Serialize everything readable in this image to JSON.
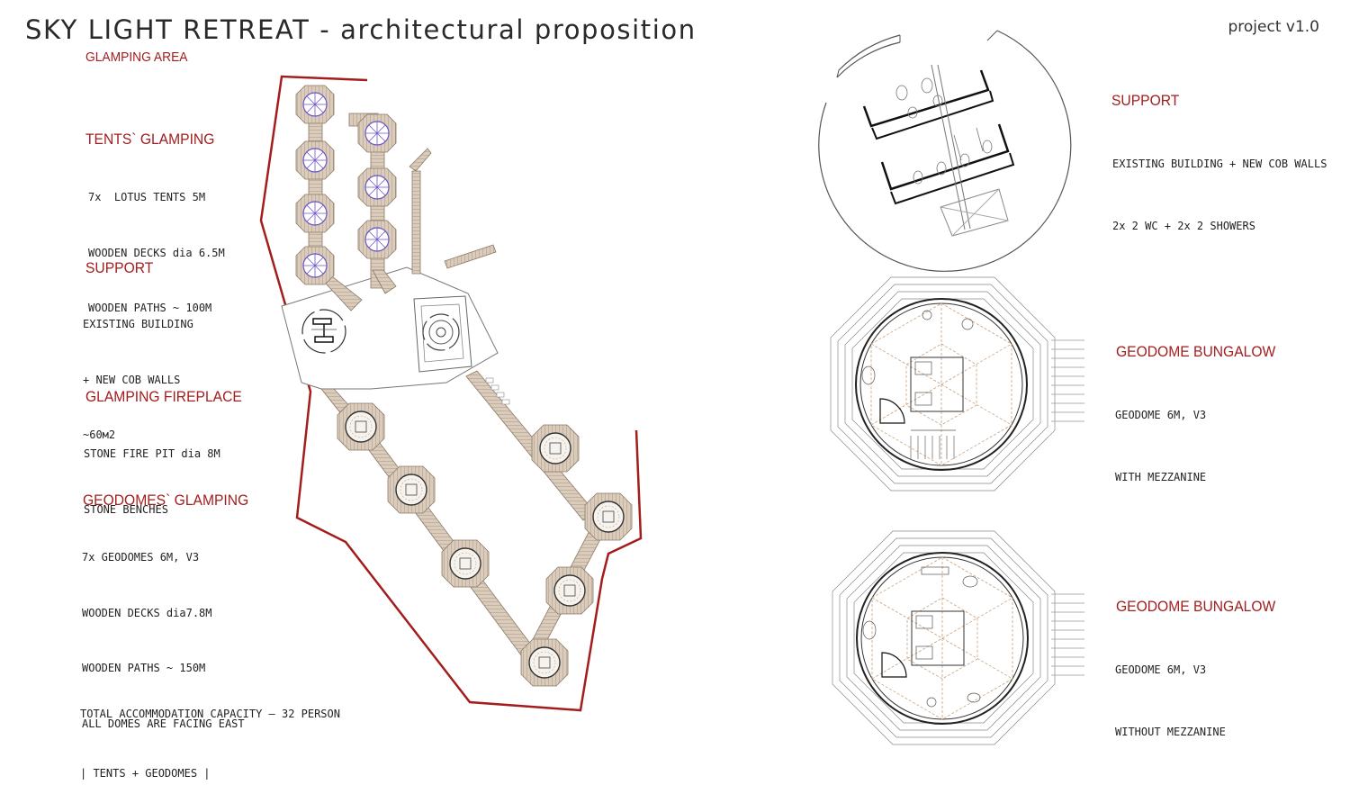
{
  "title": "SKY LIGHT RETREAT - architectural proposition",
  "version": "project v1.0",
  "colors": {
    "accent": "#a31d1d",
    "deck": "#c9b8a6",
    "tent": "#6a55c4",
    "line": "#777777"
  },
  "left": {
    "area_label": "GLAMPING AREA",
    "tents": {
      "heading": "TENTS` GLAMPING",
      "lines": [
        "7x  LOTUS TENTS 5M",
        "WOODEN DECKS dia 6.5M",
        "WOODEN PATHS ~ 100M"
      ]
    },
    "support": {
      "heading": "SUPPORT",
      "lines": [
        "EXISTING BUILDING",
        "+ NEW COB WALLS",
        "~60м2"
      ]
    },
    "fireplace": {
      "heading": "GLAMPING FIREPLACE",
      "lines": [
        "STONE FIRE PIT dia 8M",
        "STONE BENCHES"
      ]
    },
    "geodomes": {
      "heading": "GEODOMES` GLAMPING",
      "lines": [
        "7x GEODOMES 6M, V3",
        "WOODEN DECKS dia7.8M",
        "WOODEN PATHS ~ 150M",
        "ALL DOMES ARE FACING EAST"
      ]
    },
    "capacity": [
      "TOTAL ACCOMMODATION CAPACITY — 32 PERSON",
      "| TENTS + GEODOMES |"
    ]
  },
  "right": {
    "support": {
      "heading": "SUPPORT",
      "lines": [
        "EXISTING BUILDING + NEW COB WALLS",
        "2x 2 WC + 2x 2 SHOWERS"
      ]
    },
    "bungalow1": {
      "heading": "GEODOME BUNGALOW",
      "lines": [
        "GEODOME 6M, V3",
        "WITH MEZZANINE"
      ]
    },
    "bungalow2": {
      "heading": "GEODOME BUNGALOW",
      "lines": [
        "GEODOME 6M, V3",
        "WITHOUT MEZZANINE"
      ]
    }
  },
  "plan": {
    "tent_count": 7,
    "geodome_count": 7
  }
}
